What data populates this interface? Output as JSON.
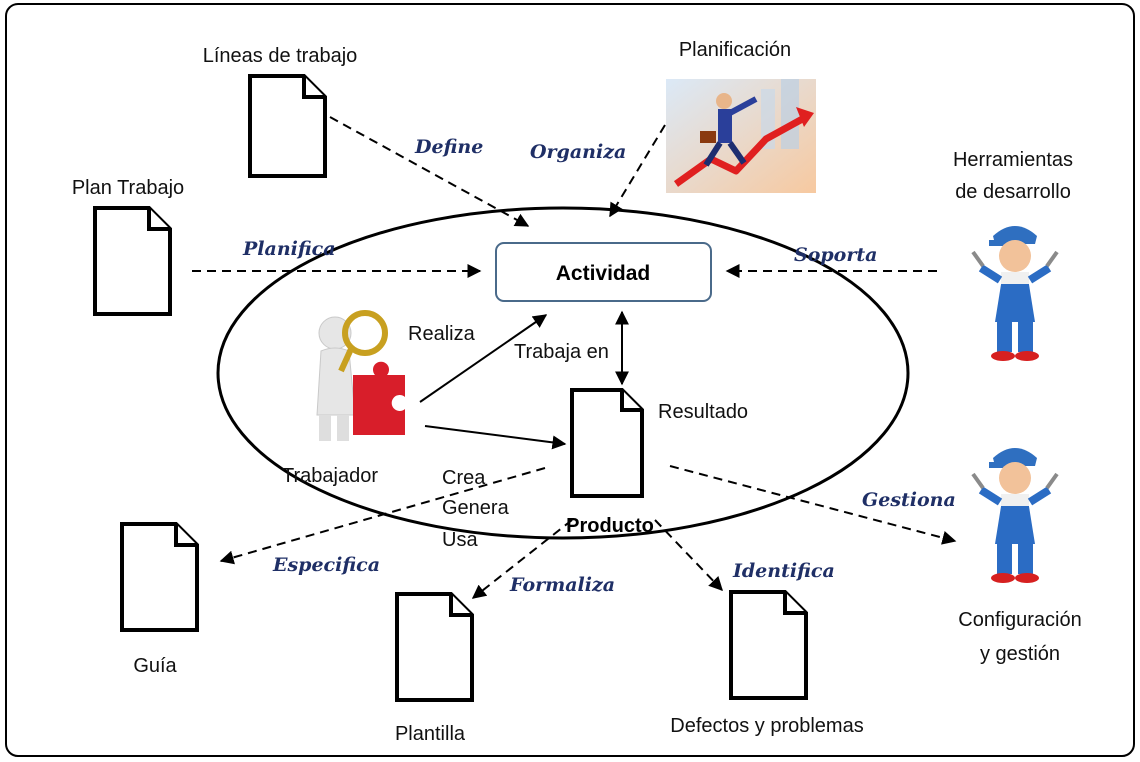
{
  "center": {
    "activity": "Actividad",
    "product": "Producto",
    "result": "Resultado",
    "works_on": "Trabaja en",
    "performs": "Realiza",
    "worker": "Trabajador",
    "creates": [
      "Crea",
      "Genera",
      "Usa"
    ]
  },
  "nodes": {
    "work_lines": "Líneas de trabajo",
    "planning": "Planificación",
    "work_plan": "Plan Trabajo",
    "dev_tools": [
      "Herramientas",
      "de desarrollo"
    ],
    "config_mgmt": [
      "Configuración",
      "y gestión"
    ],
    "guide": "Guía",
    "template": "Plantilla",
    "defects": "Defectos y problemas"
  },
  "relations": {
    "define": "Define",
    "organize": "Organiza",
    "plan": "Planifica",
    "support": "Soporta",
    "manage": "Gestiona",
    "specify": "Especifica",
    "formalize": "Formaliza",
    "identify": "Identifica"
  },
  "colors": {
    "relation_text": "#1f2f66",
    "activity_border": "#4a6a8a",
    "puzzle": "#d81e2a"
  }
}
